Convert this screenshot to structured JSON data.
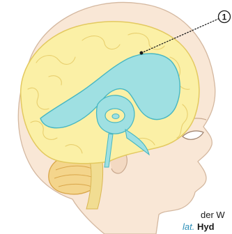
{
  "diagram": {
    "marker": {
      "label": "1"
    },
    "caption": {
      "line1": "der W",
      "line2_prefix": "lat.",
      "line2_term": "Hyd"
    }
  },
  "colors": {
    "skin": "#f9e7d6",
    "skin_outline": "#d4b8a0",
    "brain": "#fbf0a6",
    "brain_outline": "#e3c95f",
    "ventricle": "#9fe0e2",
    "ventricle_outline": "#47b7c2",
    "cerebellum": "#f4d58c",
    "marker_outline": "#1a1a1a"
  }
}
